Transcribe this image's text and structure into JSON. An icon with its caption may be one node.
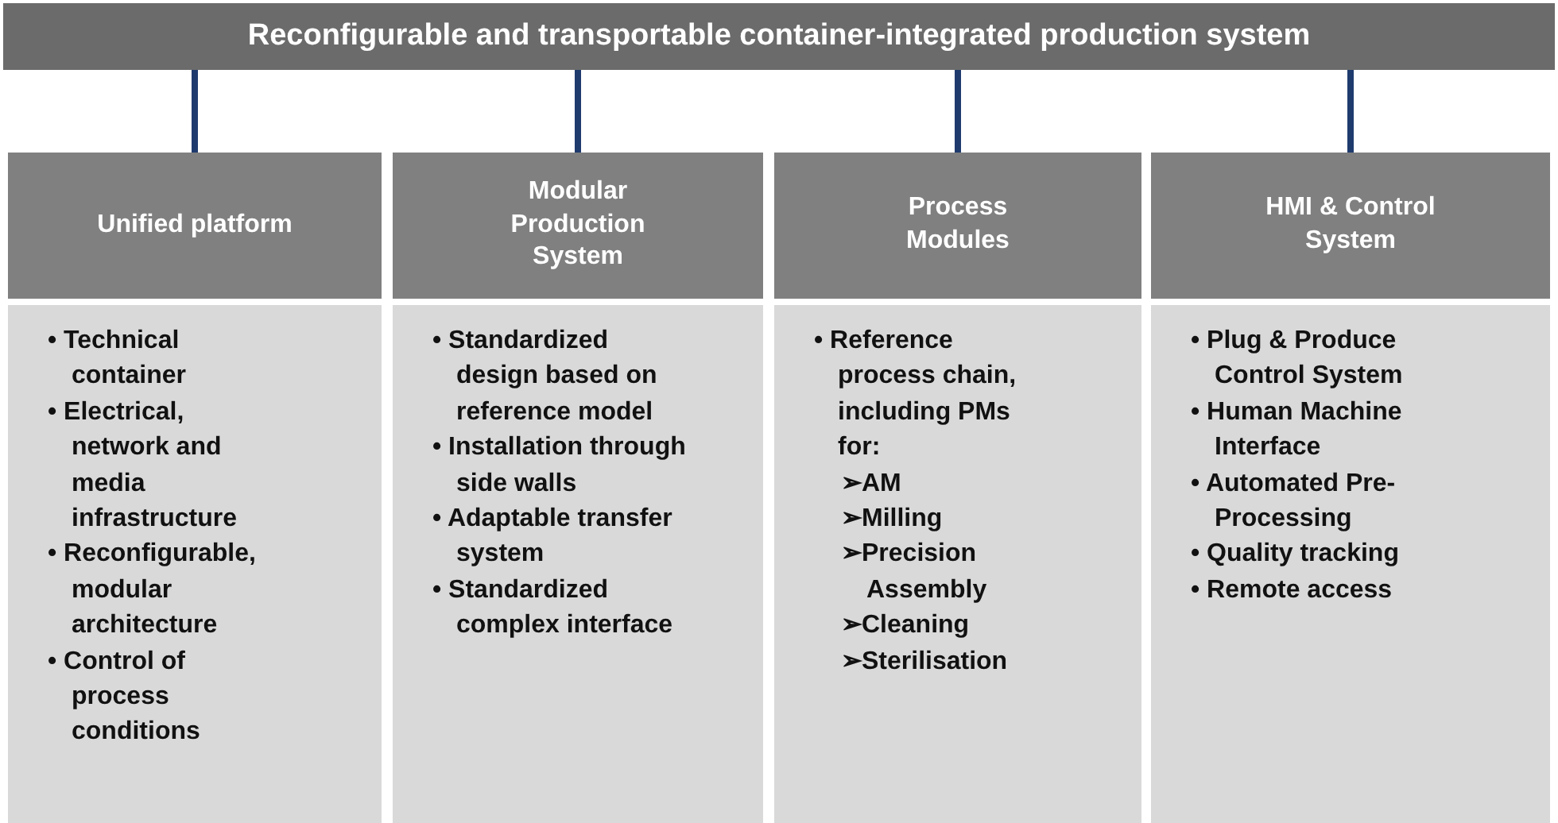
{
  "diagram": {
    "nodes": [
      {
        "text": [
          "Reconfigurable and transportable container-integrated production system"
        ]
      },
      {
        "text": [
          "Unified platform"
        ]
      },
      {
        "text": [
          "• Technical container",
          "• Electrical, network and media infrastructure",
          "• Reconfigurable, modular architecture",
          "• Control of process conditions"
        ]
      },
      {
        "text": [
          "Modular Production System"
        ]
      },
      {
        "text": [
          "• Standardized design based on reference model",
          "• Installation through side walls",
          "• Adaptable transfer system",
          "• Standardized complex interface"
        ]
      },
      {
        "text": [
          "Process Modules"
        ]
      },
      {
        "text": [
          "• Reference process chain, including PMs for:"
        ]
      },
      {
        "text": [
          "➢AM",
          "➢Milling",
          "➢Precision Assembly",
          "➢Cleaning",
          "➢Sterilisation"
        ],
        "in": 6
      },
      {
        "text": [
          "HMI & Control System"
        ]
      },
      {
        "text": [
          "• Plug & Produce Control System",
          "• Human Machine Interface",
          "• Automated Pre-Processing",
          "• Quality tracking",
          "• Remote access"
        ]
      }
    ],
    "edges": [
      {
        "from": 0,
        "to": 1,
        "arrow": "none"
      },
      {
        "from": 0,
        "to": 3,
        "arrow": "none"
      },
      {
        "from": 0,
        "to": 5,
        "arrow": "none"
      },
      {
        "from": 0,
        "to": 8,
        "arrow": "none"
      }
    ]
  }
}
